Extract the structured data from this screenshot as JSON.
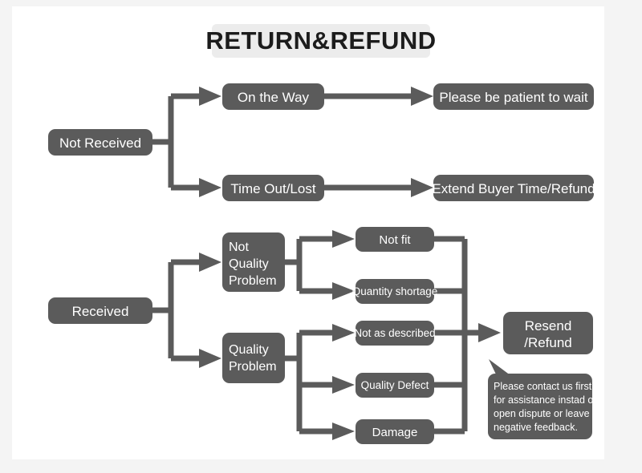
{
  "title": {
    "text": "RETURN&REFUND",
    "background": "#ececec",
    "color": "#1c1c1c"
  },
  "theme": {
    "page_background": "#f4f4f4",
    "canvas_background": "#ffffff",
    "node_fill": "#5b5b5b",
    "node_text": "#ffffff",
    "connector": "#5b5b5b"
  },
  "diagram": {
    "type": "flowchart",
    "branches": [
      {
        "root": "Not Received",
        "children": [
          {
            "label": "On the Way",
            "outcome": "Please be patient to wait"
          },
          {
            "label": "Time Out/Lost",
            "outcome": "Extend Buyer Time/Refund"
          }
        ]
      },
      {
        "root": "Received",
        "children": [
          {
            "label": "Not Quality Problem",
            "label_lines": [
              "Not",
              "Quality",
              "Problem"
            ],
            "issues": [
              "Not fit",
              "Quantity shortage"
            ],
            "outcome": "Resend /Refund"
          },
          {
            "label": "Quality Problem",
            "label_lines": [
              "Quality",
              "Problem"
            ],
            "issues": [
              "Not as described",
              "Quality Defect",
              "Damage"
            ],
            "outcome": "Resend /Refund"
          }
        ]
      }
    ]
  },
  "nodes": {
    "not_received": "Not Received",
    "on_the_way": "On the Way",
    "time_out_lost": "Time Out/Lost",
    "please_wait": "Please be patient to wait",
    "extend_buyer": "Extend Buyer Time/Refund",
    "received": "Received",
    "not_quality_l1": "Not",
    "not_quality_l2": "Quality",
    "not_quality_l3": "Problem",
    "quality_l1": "Quality",
    "quality_l2": "Problem",
    "not_fit": "Not fit",
    "quantity_shortage": "Quantity shortage",
    "not_as_described": "Not as described",
    "quality_defect": "Quality Defect",
    "damage": "Damage",
    "resend_l1": "Resend",
    "resend_l2": "/Refund"
  },
  "callout": {
    "lines": [
      "Please contact us first",
      "for assistance instad of",
      "open dispute or leave",
      "negative feedback."
    ],
    "full_text": "Please contact us first for assistance instad of open dispute or leave negative feedback."
  }
}
